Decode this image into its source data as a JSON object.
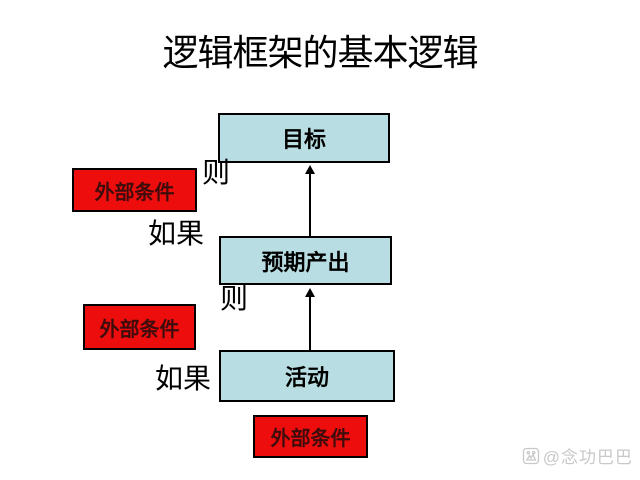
{
  "title": "逻辑框架的基本逻辑",
  "diagram": {
    "flow_boxes": [
      {
        "id": "goal",
        "label": "目标"
      },
      {
        "id": "expected-output",
        "label": "预期产出"
      },
      {
        "id": "activity",
        "label": "活动"
      }
    ],
    "condition_boxes": [
      {
        "label": "外部条件"
      },
      {
        "label": "外部条件"
      },
      {
        "label": "外部条件"
      }
    ],
    "connector_labels": [
      {
        "text": "则"
      },
      {
        "text": "如果"
      },
      {
        "text": "则"
      },
      {
        "text": "如果"
      }
    ],
    "arrows": [
      {
        "from": "expected-output",
        "to": "goal",
        "direction": "up"
      },
      {
        "from": "activity",
        "to": "expected-output",
        "direction": "up"
      }
    ]
  },
  "watermark": {
    "icon": "paw-logo-icon",
    "text": "@念功巴巴"
  },
  "colors": {
    "page-background": "#ffffff",
    "text-color": "#000000",
    "flow-box-fill": "#b8dde2",
    "box-border": "#000000",
    "condition-box-fill": "#ee0d0d",
    "condition-text": "#3f0c0c",
    "watermark-color": "#c8c8c8"
  }
}
